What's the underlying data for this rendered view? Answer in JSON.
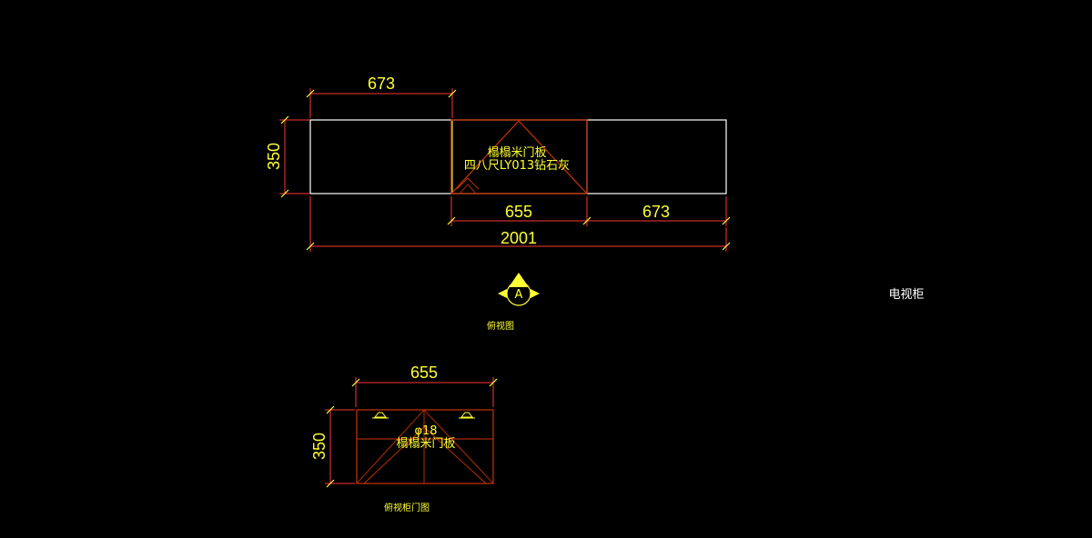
{
  "top_view": {
    "dim_left_width": "673",
    "dim_height": "350",
    "dim_middle_width": "655",
    "dim_right_width": "673",
    "dim_total_width": "2001",
    "door_material_line1": "榻榻米门板",
    "door_material_line2": "四八尺LY013钻石灰",
    "section_marker": "A",
    "view_caption": "俯视图"
  },
  "door_view": {
    "dim_width": "655",
    "dim_height": "350",
    "center_label": "φ18",
    "door_material": "榻榻米门板",
    "view_caption": "俯视柜门图"
  },
  "drawing_title": "电视柜",
  "colors": {
    "background": "#000000",
    "dimension_text": "#ffff33",
    "dimension_line": "#ff3333",
    "outline": "#ffffff",
    "door_outline": "#cc3300"
  }
}
